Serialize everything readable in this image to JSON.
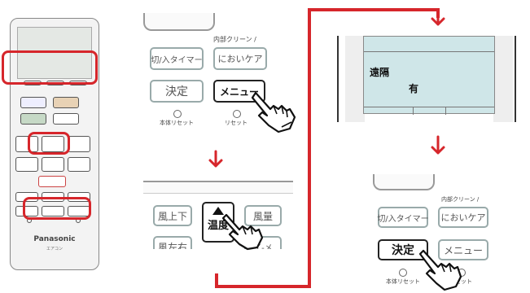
{
  "remote": {
    "brand": "Panasonic",
    "sub": "エアコン"
  },
  "panel1": {
    "top_label": "内部クリーン /",
    "btn_timer": "切/入タイマー",
    "btn_care": "においケア",
    "btn_enter": "決定",
    "btn_menu": "メニュー",
    "reset_main": "本体リセット",
    "reset": "リセット"
  },
  "panel2": {
    "btn_wind_updown": "風上下",
    "btn_temp": "温度",
    "btn_volume": "風量",
    "btn_wind_lr": "風左右",
    "btn_partial": "イ-メ"
  },
  "panel3": {
    "label_remote": "遠隔",
    "label_on": "有"
  },
  "panel4": {
    "top_label": "内部クリーン /",
    "btn_timer": "切/入タイマー",
    "btn_care": "においケア",
    "btn_enter": "決定",
    "btn_menu": "メニュー",
    "reset_main": "本体リセット",
    "reset": "リセット"
  },
  "colors": {
    "accent": "#d6262b",
    "screen": "#cfe6e8"
  },
  "icons": [
    "pointing-hand-icon",
    "down-arrow-icon",
    "up-triangle-icon"
  ]
}
